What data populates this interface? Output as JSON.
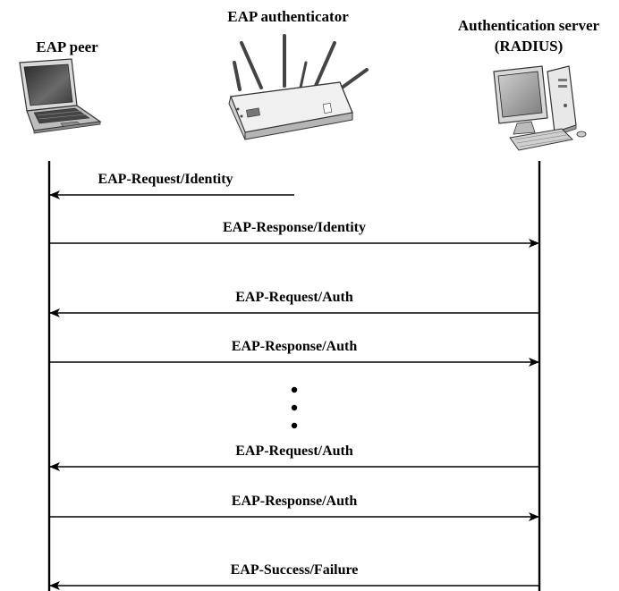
{
  "participants": {
    "peer": {
      "label": "EAP peer",
      "icon": "laptop-icon"
    },
    "authenticator": {
      "label": "EAP authenticator",
      "icon": "wireless-router-icon"
    },
    "server": {
      "label_line1": "Authentication server",
      "label_line2": "(RADIUS)",
      "icon": "desktop-computer-icon"
    }
  },
  "messages": [
    {
      "label": "EAP-Request/Identity",
      "from": "authenticator",
      "to": "peer"
    },
    {
      "label": "EAP-Response/Identity",
      "from": "peer",
      "to": "server"
    },
    {
      "label": "EAP-Request/Auth",
      "from": "server",
      "to": "peer"
    },
    {
      "label": "EAP-Response/Auth",
      "from": "peer",
      "to": "server"
    },
    {
      "label": "EAP-Request/Auth",
      "from": "server",
      "to": "peer"
    },
    {
      "label": "EAP-Response/Auth",
      "from": "peer",
      "to": "server"
    },
    {
      "label": "EAP-Success/Failure",
      "from": "server",
      "to": "peer"
    }
  ],
  "ellipsis_after_message_index": 3,
  "colors": {
    "line": "#000000",
    "background": "#ffffff"
  }
}
